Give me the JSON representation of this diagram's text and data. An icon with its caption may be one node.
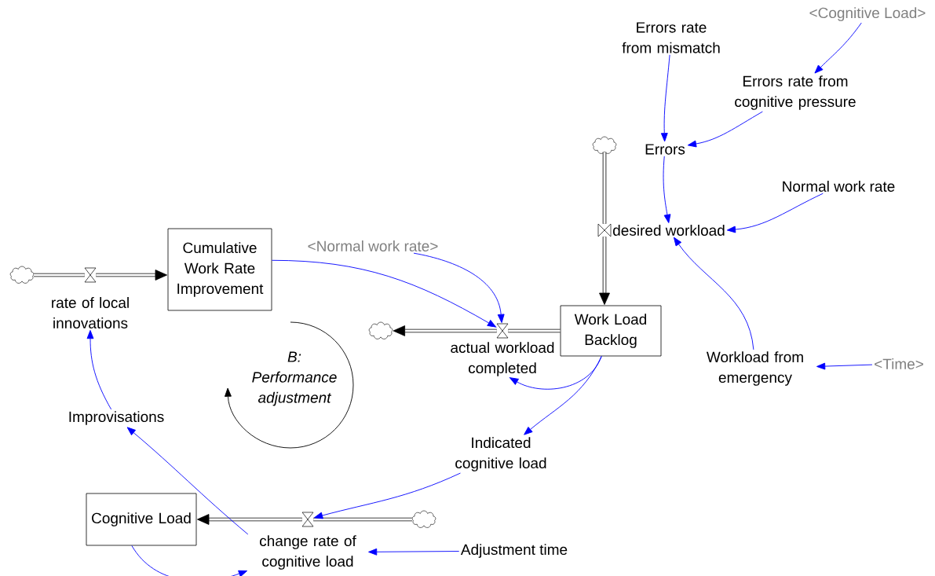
{
  "diagram": {
    "nodes": [
      {
        "text": [],
        "shape": "cloud"
      },
      {
        "text": [
          "rate of local innovations"
        ]
      },
      {
        "text": [
          "Cumulative Work Rate Improvement"
        ]
      },
      {
        "text": [
          "<Normal work rate>"
        ]
      },
      {
        "text": [
          "actual workload completed"
        ]
      },
      {
        "text": [],
        "shape": "cloud"
      },
      {
        "text": [
          "Work Load Backlog"
        ]
      },
      {
        "text": [],
        "shape": "cloud"
      },
      {
        "text": [
          "desired workload"
        ]
      },
      {
        "text": [
          "Errors rate from mismatch"
        ]
      },
      {
        "text": [
          "<Cognitive Load>"
        ]
      },
      {
        "text": [
          "Errors rate from cognitive pressure"
        ]
      },
      {
        "text": [
          "Errors"
        ]
      },
      {
        "text": [
          "Normal work rate"
        ]
      },
      {
        "text": [
          "Workload from emergency"
        ]
      },
      {
        "text": [
          "<Time>"
        ]
      },
      {
        "text": [
          "Indicated cognitive load"
        ]
      },
      {
        "text": [
          "Improvisations"
        ]
      },
      {
        "text": [
          "Cognitive Load"
        ]
      },
      {
        "text": [
          "change rate of cognitive load"
        ]
      },
      {
        "text": [],
        "shape": "cloud"
      },
      {
        "text": [
          "Adjustment time"
        ]
      }
    ],
    "edges": [
      {
        "from": 0,
        "to": 1,
        "arrow": "none",
        "style": "thick",
        "color": "#000000"
      },
      {
        "from": 1,
        "to": 2,
        "arrow": "to",
        "style": "thick",
        "color": "#000000"
      },
      {
        "from": 6,
        "to": 4,
        "arrow": "none",
        "style": "thick",
        "color": "#000000"
      },
      {
        "from": 4,
        "to": 5,
        "arrow": "to",
        "style": "thick",
        "color": "#000000"
      },
      {
        "from": 7,
        "to": 8,
        "arrow": "none",
        "style": "thick",
        "color": "#000000"
      },
      {
        "from": 8,
        "to": 6,
        "arrow": "to",
        "style": "thick",
        "color": "#000000"
      },
      {
        "from": 20,
        "to": 19,
        "arrow": "none",
        "style": "thick",
        "color": "#000000"
      },
      {
        "from": 19,
        "to": 18,
        "arrow": "to",
        "style": "thick",
        "color": "#000000"
      },
      {
        "from": 2,
        "to": 4,
        "arrow": "to"
      },
      {
        "from": 3,
        "to": 4,
        "arrow": "to"
      },
      {
        "from": 6,
        "to": 4,
        "arrow": "to"
      },
      {
        "from": 9,
        "to": 12,
        "arrow": "to"
      },
      {
        "from": 10,
        "to": 11,
        "arrow": "to"
      },
      {
        "from": 11,
        "to": 12,
        "arrow": "to"
      },
      {
        "from": 12,
        "to": 8,
        "arrow": "to"
      },
      {
        "from": 13,
        "to": 8,
        "arrow": "to"
      },
      {
        "from": 14,
        "to": 8,
        "arrow": "to"
      },
      {
        "from": 15,
        "to": 14,
        "arrow": "to"
      },
      {
        "from": 6,
        "to": 16,
        "arrow": "to"
      },
      {
        "from": 16,
        "to": 19,
        "arrow": "to"
      },
      {
        "from": 18,
        "to": 19,
        "arrow": "to"
      },
      {
        "from": 19,
        "to": 17,
        "arrow": "to"
      },
      {
        "from": 17,
        "to": 1,
        "arrow": "to"
      },
      {
        "from": 21,
        "to": 19,
        "arrow": "to"
      }
    ],
    "labels": [
      "B: Performance adjustment"
    ]
  }
}
